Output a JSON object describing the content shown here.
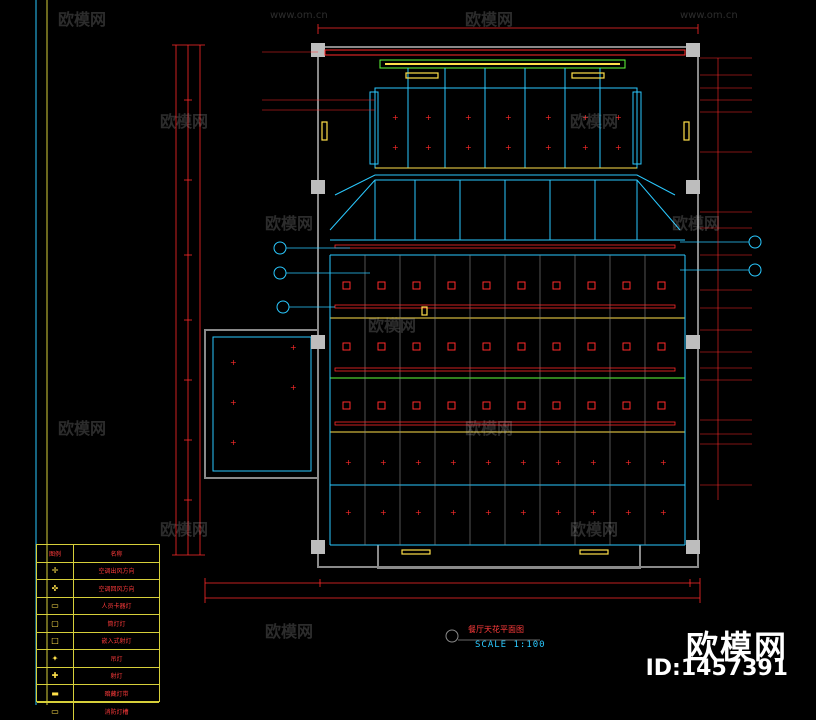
{
  "drawing": {
    "title": "餐厅天花平面图",
    "scale": "SCALE 1:100",
    "colors": {
      "background": "#000000",
      "wall": "#8a8a8a",
      "cyan": "#2ac9ff",
      "red": "#ff2a2a",
      "yellow": "#ffe04a",
      "green": "#5fff3a",
      "dim": "#ff3b3b"
    }
  },
  "branding": {
    "brand": "欧模网",
    "id": "ID:1457391",
    "watermark": "欧模网",
    "watermark_url": "www.om.cn"
  },
  "legend": {
    "header": {
      "symbol": "图例",
      "name": "名称"
    },
    "rows": [
      {
        "symbol": "✛",
        "name": "空调出风方向"
      },
      {
        "symbol": "✜",
        "name": "空调回风方向"
      },
      {
        "symbol": "▭",
        "name": "人员卡器灯"
      },
      {
        "symbol": "▢",
        "name": "筒灯灯"
      },
      {
        "symbol": "□",
        "name": "嵌入式射灯"
      },
      {
        "symbol": "✦",
        "name": "吊灯"
      },
      {
        "symbol": "✚",
        "name": "射灯"
      },
      {
        "symbol": "▬",
        "name": "暗藏灯带"
      },
      {
        "symbol": "▭",
        "name": "消防灯槽"
      }
    ]
  }
}
